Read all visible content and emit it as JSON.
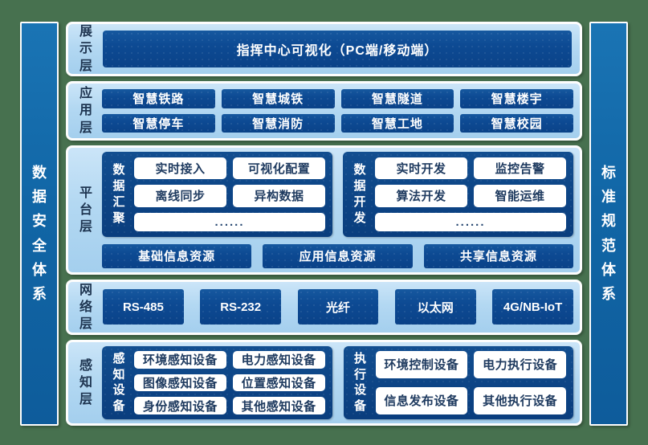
{
  "colors": {
    "frame_green": "#47714f",
    "panel_light_blue": "#b3d8f2",
    "box_dark_blue": "#0d4a93",
    "pillar_blue": "#1166a6",
    "white_box_text": "#1e3a5f"
  },
  "left_pillar": {
    "label": "数据安全体系"
  },
  "right_pillar": {
    "label": "标准规范体系"
  },
  "layers": {
    "display": {
      "label": "展示层",
      "bar": "指挥中心可视化（PC端/移动端）"
    },
    "application": {
      "label": "应用层",
      "items": [
        "智慧铁路",
        "智慧城铁",
        "智慧隧道",
        "智慧楼宇",
        "智慧停车",
        "智慧消防",
        "智慧工地",
        "智慧校园"
      ]
    },
    "platform": {
      "label": "平台层",
      "groups": [
        {
          "label": "数据汇聚",
          "items": [
            "实时接入",
            "可视化配置",
            "离线同步",
            "异构数据"
          ],
          "more": "......"
        },
        {
          "label": "数据开发",
          "items": [
            "实时开发",
            "监控告警",
            "算法开发",
            "智能运维"
          ],
          "more": "......"
        }
      ],
      "resources": [
        "基础信息资源",
        "应用信息资源",
        "共享信息资源"
      ]
    },
    "network": {
      "label": "网络层",
      "items": [
        "RS-485",
        "RS-232",
        "光纤",
        "以太网",
        "4G/NB-IoT"
      ]
    },
    "perception": {
      "label": "感知层",
      "groups": [
        {
          "label": "感知设备",
          "items": [
            "环境感知设备",
            "电力感知设备",
            "图像感知设备",
            "位置感知设备",
            "身份感知设备",
            "其他感知设备"
          ]
        },
        {
          "label": "执行设备",
          "items": [
            "环境控制设备",
            "电力执行设备",
            "信息发布设备",
            "其他执行设备"
          ]
        }
      ]
    }
  }
}
